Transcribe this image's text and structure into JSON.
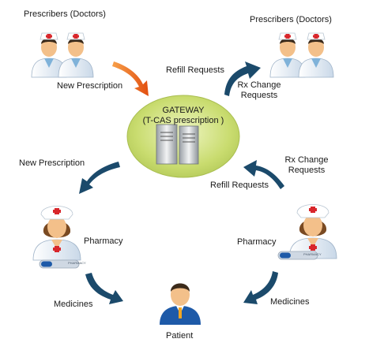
{
  "diagram": {
    "top_left_title": "Prescribers (Doctors)",
    "top_right_title": "Prescribers (Doctors)",
    "new_prescription_top": "New Prescription",
    "refill_requests_top": "Refill Requests",
    "rx_change_top_line1": "Rx Change",
    "rx_change_top_line2": "Requests",
    "gateway_line1": "GATEWAY",
    "gateway_line2": "(T-CAS prescription )",
    "new_prescription_left": "New Prescription",
    "rx_change_right_line1": "Rx Change",
    "rx_change_right_line2": "Requests",
    "refill_requests_right": "Refill Requests",
    "pharmacy_left": "Pharmacy",
    "pharmacy_right": "Pharmacy",
    "medicines_left": "Medicines",
    "medicines_right": "Medicines",
    "patient": "Patient",
    "card_text": "PHARMACY"
  },
  "colors": {
    "gateway_fill": "#c9dc6f",
    "arrow_dark": "#1b4a6b",
    "arrow_orange": "#f26a1b",
    "coat": "#e8f0f8",
    "skin": "#f3c08a",
    "hair_dark": "#3b2a1a",
    "nurse_hair": "#7a4a22",
    "patient_shirt": "#1e5aa8",
    "red_cross": "#d8262b"
  },
  "icons": [
    "doctor-icon",
    "nurse-icon",
    "patient-icon",
    "server-icon",
    "arrow-icon"
  ]
}
